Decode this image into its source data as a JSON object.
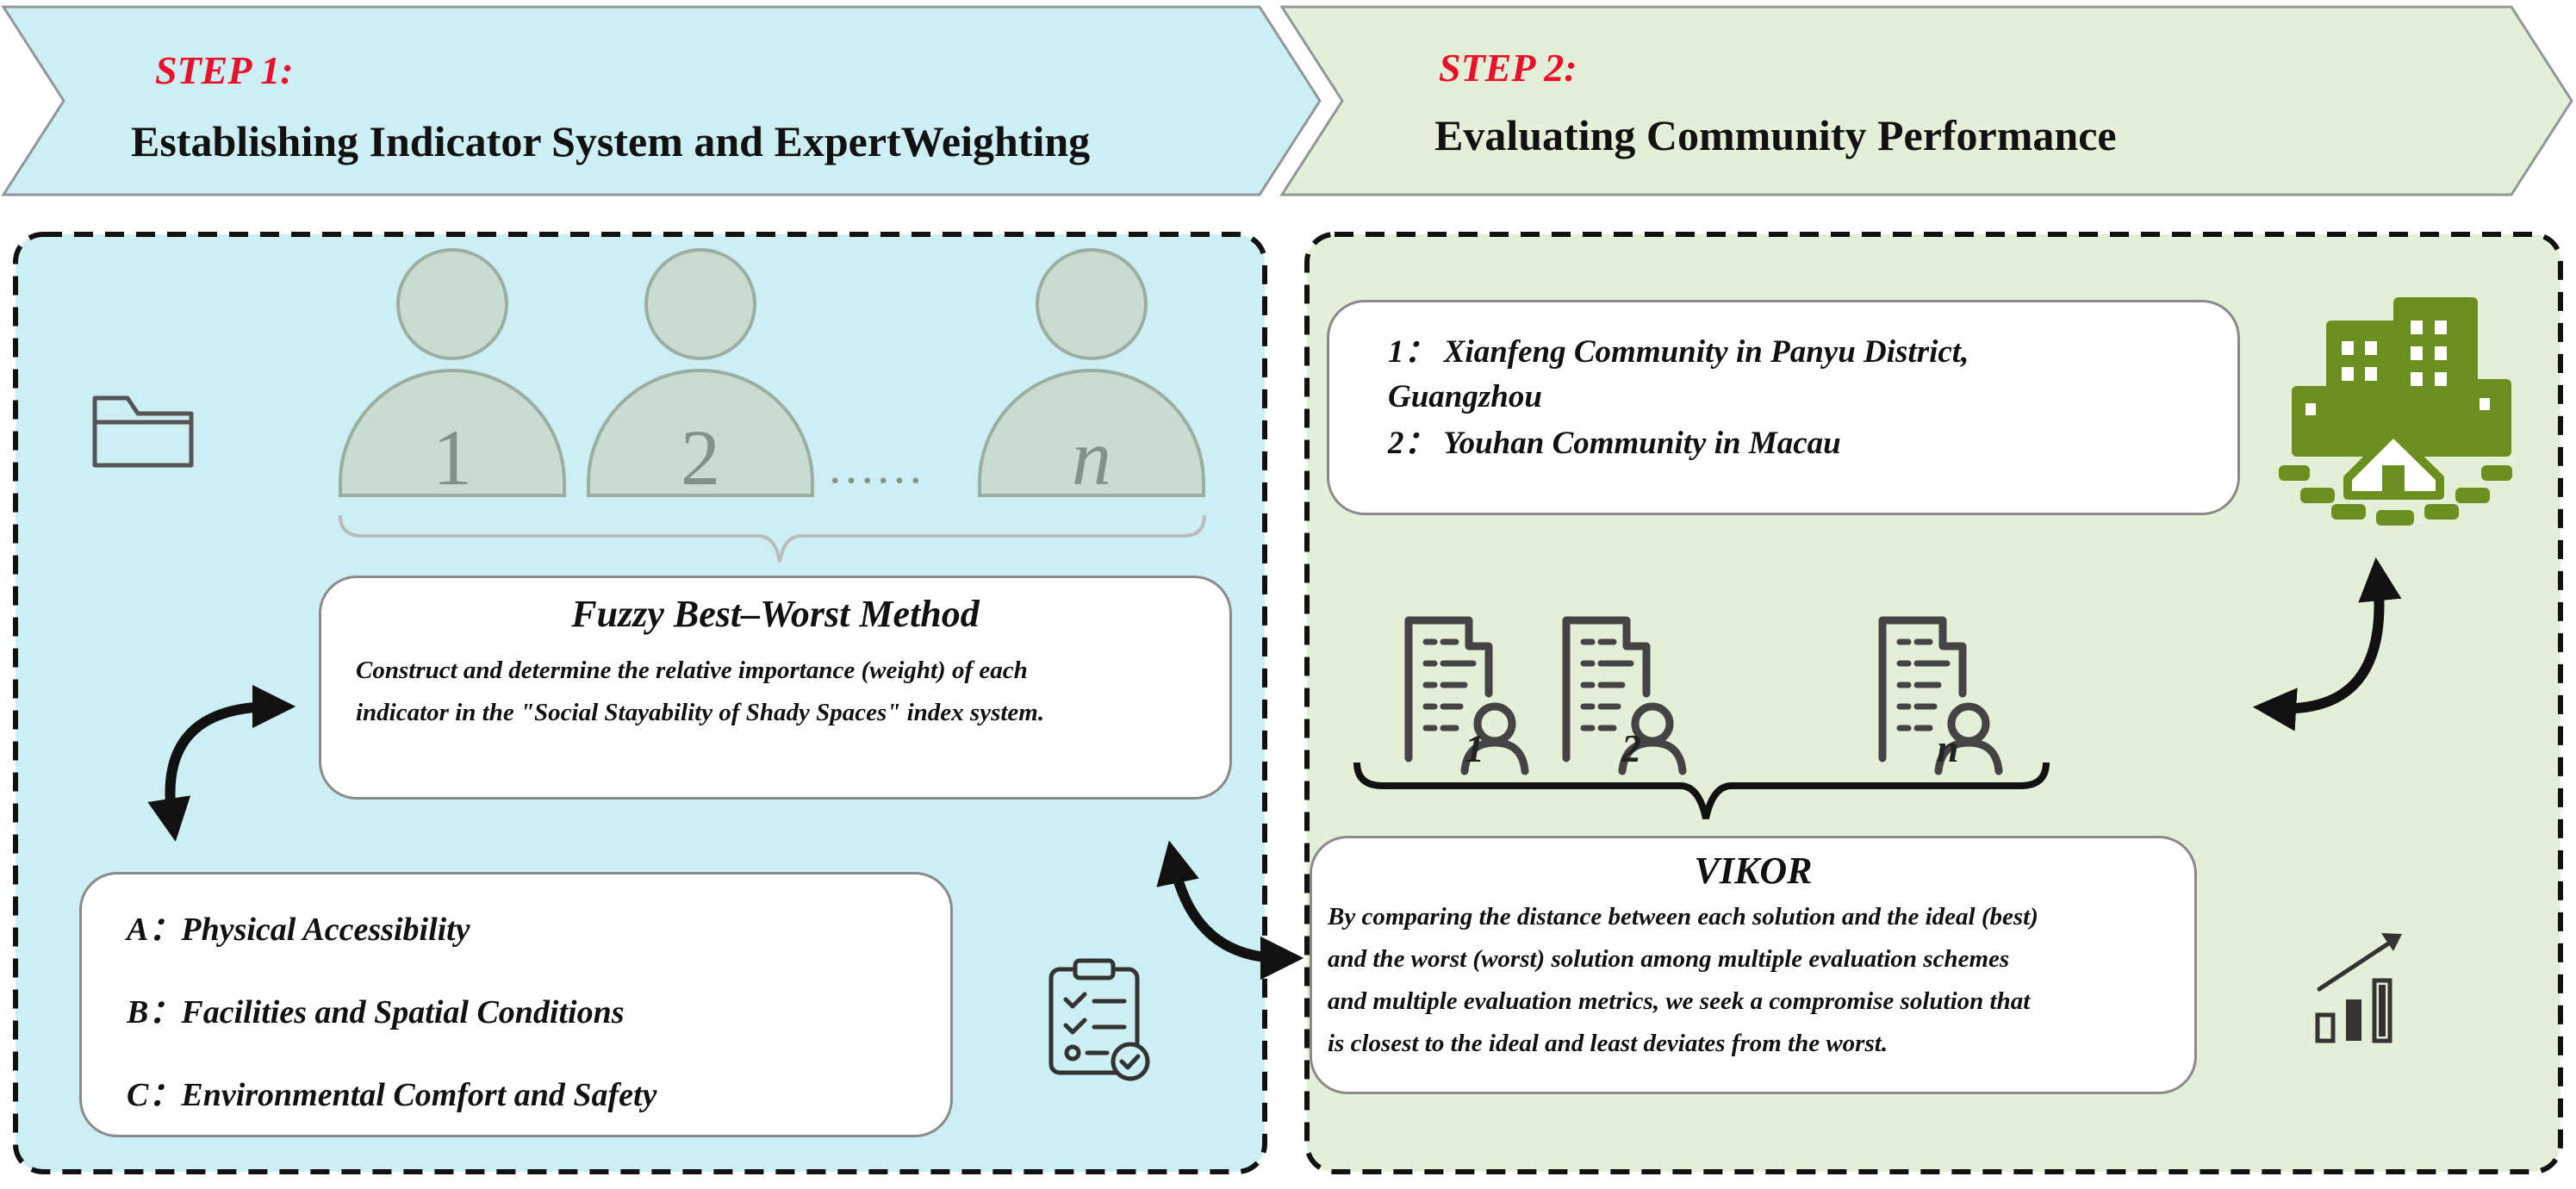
{
  "step1": {
    "label": "STEP 1:",
    "title": "Establishing Indicator System and ExpertWeighting",
    "experts": [
      "1",
      "2",
      "n"
    ],
    "ellipsis": "……",
    "method": {
      "title": "Fuzzy Best–Worst Method",
      "description_lines": [
        "Construct and determine the relative importance (weight) of each",
        "indicator in the \"Social Stayability of Shady Spaces\" index system."
      ]
    },
    "indicators": [
      {
        "key": "A：",
        "text": "Physical Accessibility"
      },
      {
        "key": "B：",
        "text": "Facilities and Spatial Conditions"
      },
      {
        "key": "C：",
        "text": "Environmental Comfort and Safety"
      }
    ]
  },
  "step2": {
    "label": "STEP 2:",
    "title": "Evaluating Community Performance",
    "communities": [
      {
        "line1": "1：  Xianfeng Community in Panyu District,",
        "line2": "Guangzhou"
      },
      {
        "line1": "2：   Youhan Community in Macau"
      }
    ],
    "reports": [
      "1",
      "2",
      "n"
    ],
    "method": {
      "title": "VIKOR",
      "description_lines": [
        "By comparing the distance between each solution and the ideal (best)",
        "and the worst (worst) solution among multiple evaluation schemes",
        "and multiple evaluation metrics, we seek a compromise solution that",
        "is closest to the ideal and least deviates from the worst."
      ]
    }
  },
  "colors": {
    "step1_fill": "#cdeef2",
    "step2_fill": "#e3efd6",
    "step_label": "#e8102a",
    "person_fill": "#c8dccf",
    "person_stroke": "#9aaea2",
    "icon_dark": "#3f3f3f",
    "city_green": "#6b8f1f"
  },
  "icons": [
    "folder-icon",
    "checklist-icon",
    "person-icon",
    "report-user-icon",
    "city-icon",
    "growth-chart-icon",
    "double-arrow-icon"
  ]
}
